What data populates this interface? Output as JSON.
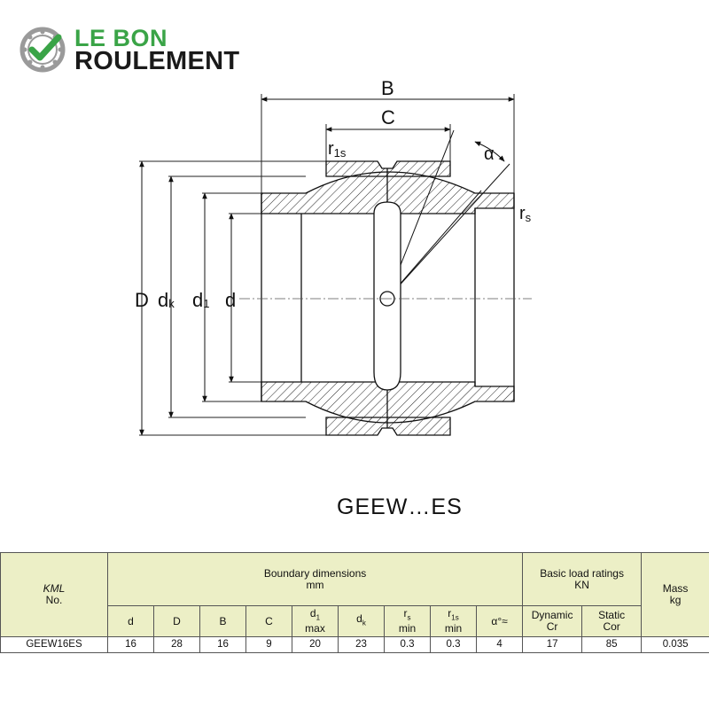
{
  "brand": {
    "line1": "LE BON",
    "line2": "ROULEMENT",
    "accent_color": "#3aa447",
    "icon": "bearing-check-icon"
  },
  "diagram": {
    "labels": {
      "B": "B",
      "C": "C",
      "r1s": "r",
      "r1s_sub": "1s",
      "alpha": "α",
      "rs": "r",
      "rs_sub": "s",
      "D": "D",
      "dk": "d",
      "dk_sub": "k",
      "d1": "d",
      "d1_sub": "1",
      "d": "d"
    },
    "model": "GEEW…ES"
  },
  "table": {
    "header": {
      "kml": "KML",
      "no": "No.",
      "boundary": "Boundary dimensions",
      "boundary_unit": "mm",
      "load": "Basic load ratings",
      "load_unit": "KN",
      "mass": "Mass",
      "mass_unit": "kg"
    },
    "subheaders": {
      "d": "d",
      "D": "D",
      "B": "B",
      "C": "C",
      "d1_sym": "d",
      "d1_sub": "1",
      "d1_note": "max",
      "dk_sym": "d",
      "dk_sub": "k",
      "rs_sym": "r",
      "rs_sub": "s",
      "rs_note": "min",
      "r1s_sym": "r",
      "r1s_sub": "1s",
      "r1s_note": "min",
      "alpha": "α°≈",
      "dynamic": "Dynamic",
      "dynamic_sym": "Cr",
      "static": "Static",
      "static_sym": "Cor"
    },
    "rows": [
      {
        "model": "GEEW16ES",
        "d": "16",
        "D": "28",
        "B": "16",
        "C": "9",
        "d1": "20",
        "dk": "23",
        "rs": "0.3",
        "r1s": "0.3",
        "alpha": "4",
        "cr": "17",
        "cor": "85",
        "mass": "0.035"
      }
    ],
    "header_bg": "#ecefc6"
  }
}
